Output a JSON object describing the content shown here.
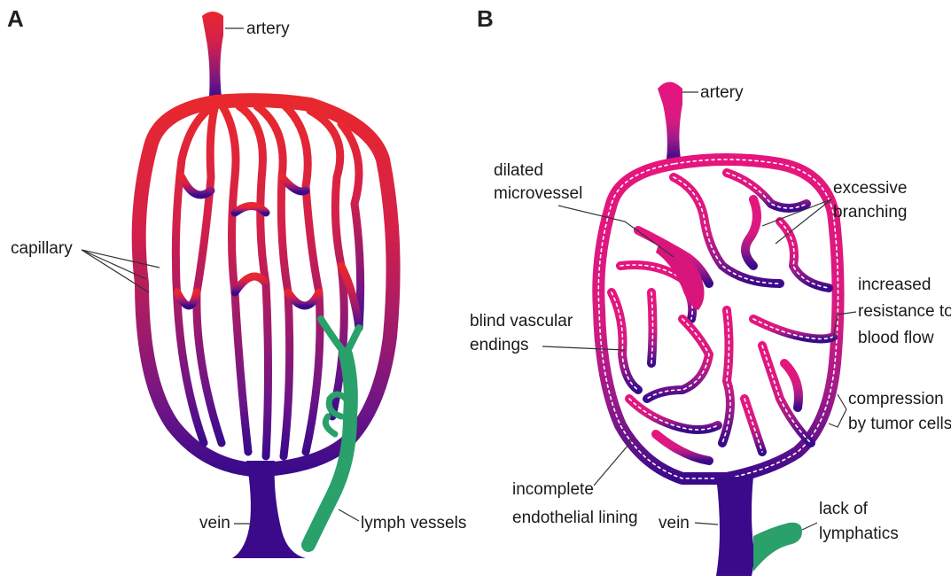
{
  "panels": {
    "A": {
      "letter": "A",
      "labels": {
        "artery": "artery",
        "capillary": "capillary",
        "vein": "vein",
        "lymph": "lymph vessels"
      }
    },
    "B": {
      "letter": "B",
      "labels": {
        "artery": "artery",
        "dilated_1": "dilated",
        "dilated_2": "microvessel",
        "excessive_1": "excessive",
        "excessive_2": "branching",
        "increased_1": "increased",
        "increased_2": "resistance to",
        "increased_3": "blood flow",
        "blind_1": "blind vascular",
        "blind_2": "endings",
        "compression_1": "compression",
        "compression_2": "by tumor cells",
        "incomplete_1": "incomplete",
        "incomplete_2": "endothelial lining",
        "vein": "vein",
        "lack_1": "lack of",
        "lack_2": "lymphatics"
      }
    }
  },
  "colors": {
    "arterial": "#e8282e",
    "mid": "#c41a5a",
    "venous": "#5a1490",
    "deep_venous": "#3a0a8a",
    "tumor_arterial": "#e6157e",
    "lymph": "#2aa06a"
  }
}
